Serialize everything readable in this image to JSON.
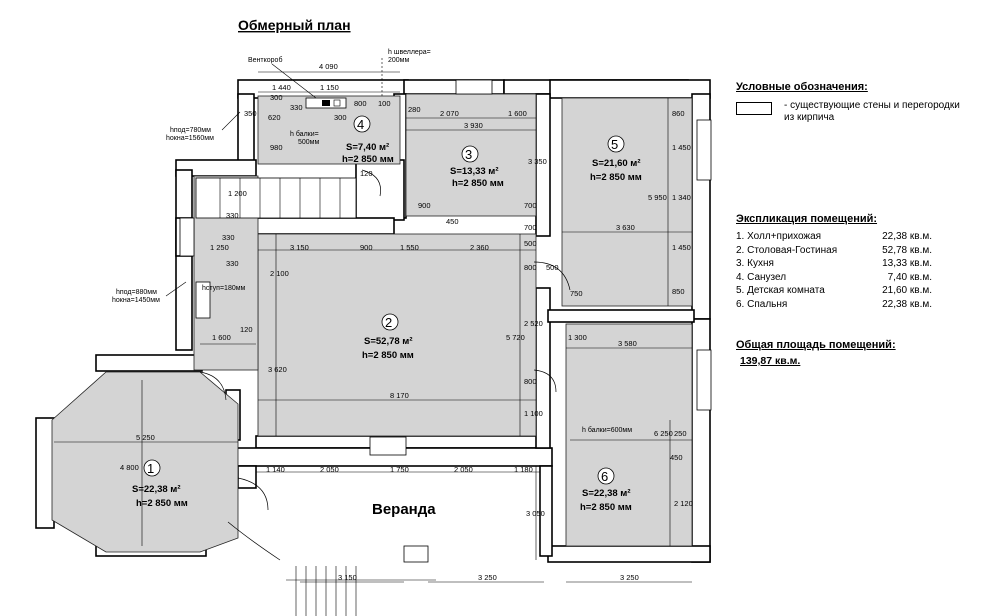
{
  "title": "Обмерный план",
  "veranda": "Веранда",
  "legend": {
    "header": "Условные обозначения:",
    "item_line1": "- существующие стены  и перегородки",
    "item_line2": "из кирпича"
  },
  "explication": {
    "header": "Экспликация помещений:",
    "rows": [
      {
        "name": "1. Холл+прихожая",
        "area": "22,38 кв.м."
      },
      {
        "name": "2. Столовая-Гостиная",
        "area": "52,78 кв.м."
      },
      {
        "name": "3. Кухня",
        "area": "13,33 кв.м."
      },
      {
        "name": "4. Санузел",
        "area": "7,40 кв.м."
      },
      {
        "name": "5. Детская комната",
        "area": "21,60 кв.м."
      },
      {
        "name": "6. Спальня",
        "area": "22,38 кв.м."
      }
    ]
  },
  "total": {
    "header": "Общая площадь помещений:",
    "value": "139,87 кв.м."
  },
  "rooms": [
    {
      "num": "1",
      "area": "S=22,38 м²",
      "height": "h=2 850 мм"
    },
    {
      "num": "2",
      "area": "S=52,78 м²",
      "height": "h=2 850 мм"
    },
    {
      "num": "3",
      "area": "S=13,33 м²",
      "height": "h=2 850 мм"
    },
    {
      "num": "4",
      "area": "S=7,40 м²",
      "height": "h=2 850 мм"
    },
    {
      "num": "5",
      "area": "S=21,60 м²",
      "height": "h=2 850 мм"
    },
    {
      "num": "6",
      "area": "S=22,38 м²",
      "height": "h=2 850 мм"
    }
  ],
  "notes": {
    "ventkorob": "Венткороб",
    "shveller1": "h швеллера=",
    "shveller2": "200мм",
    "hpod1": "hпод=780мм",
    "hokna1": "hокна=1560мм",
    "hpod2": "hпод=880мм",
    "hokna2": "hокна=1450мм",
    "hstup": "hступ=180мм",
    "hbalki1": "h балки=",
    "hbalki2": "500мм",
    "hbalki600": "h балки=600мм"
  },
  "dims": {
    "d4090": "4 090",
    "d1440": "1 440",
    "d1150": "1 150",
    "d800": "800",
    "d100": "100",
    "d350": "350",
    "d300a": "300",
    "d620": "620",
    "d330a": "330",
    "d300b": "300",
    "d980": "980",
    "d120a": "120",
    "d280": "280",
    "d2070": "2 070",
    "d1600a": "1 600",
    "d3930": "3 930",
    "d3350": "3 350",
    "d900a": "900",
    "d450a": "450",
    "d700a": "700",
    "d700b": "700",
    "d860": "860",
    "d1450a": "1 450",
    "d5950": "5 950",
    "d1340": "1 340",
    "d3630": "3 630",
    "d1450b": "1 450",
    "d850": "850",
    "d750": "750",
    "d1200": "1 200",
    "d330b": "330",
    "d1250": "1 250",
    "d330c": "330",
    "d330d": "330",
    "d3150a": "3 150",
    "d900b": "900",
    "d1550": "1 550",
    "d2360": "2 360",
    "d500a": "500",
    "d500b": "500",
    "d800a": "800",
    "d2100": "2 100",
    "d2520": "2 520",
    "d5720": "5 720",
    "d1600b": "1 600",
    "d120b": "120",
    "d3620": "3 620",
    "d800b": "800",
    "d8170": "8 170",
    "d1100": "1 100",
    "d1300": "1 300",
    "d3580": "3 580",
    "d5250a": "5 250",
    "d4800": "4 800",
    "d6250": "6 250",
    "d250": "250",
    "d450b": "450",
    "d2120": "2 120",
    "d1140": "1 140",
    "d2050a": "2 050",
    "d1750": "1 750",
    "d2050b": "2 050",
    "d1180": "1 180",
    "d3050": "3 050",
    "d3150b": "3 150",
    "d3250a": "3 250",
    "d3250b": "3 250"
  }
}
